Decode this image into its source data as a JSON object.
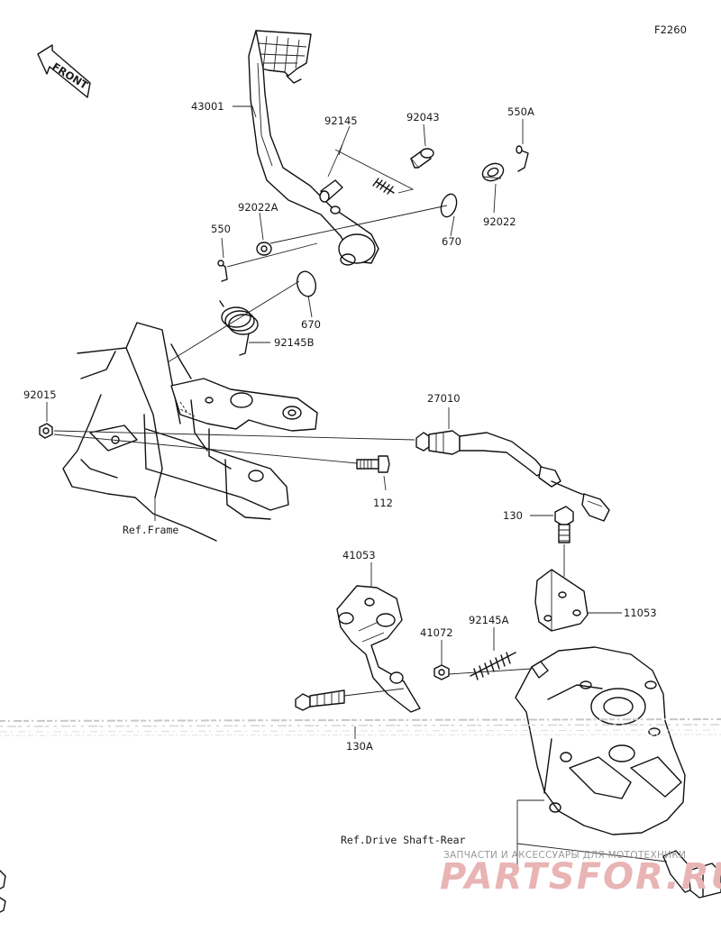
{
  "figure_code": "F2260",
  "front_marker": "FRONT",
  "parts": [
    {
      "number": "43001"
    },
    {
      "number": "92145"
    },
    {
      "number": "92043"
    },
    {
      "number": "550A"
    },
    {
      "number": "92022A"
    },
    {
      "number": "670",
      "instance": "upper"
    },
    {
      "number": "92022"
    },
    {
      "number": "550"
    },
    {
      "number": "670",
      "instance": "lower"
    },
    {
      "number": "92145B"
    },
    {
      "number": "92015"
    },
    {
      "number": "27010"
    },
    {
      "number": "112"
    },
    {
      "number": "130"
    },
    {
      "number": "41053"
    },
    {
      "number": "11053"
    },
    {
      "number": "92145A"
    },
    {
      "number": "41072"
    },
    {
      "number": "130A"
    }
  ],
  "references": {
    "frame": "Ref.Frame",
    "drive_shaft": "Ref.Drive Shaft-Rear"
  },
  "watermark": {
    "subtitle": "ЗАПЧАСТИ И АКСЕССУАРЫ ДЛЯ МОТОТЕХНИКИ",
    "brand": "PARTSFOR.RU"
  }
}
